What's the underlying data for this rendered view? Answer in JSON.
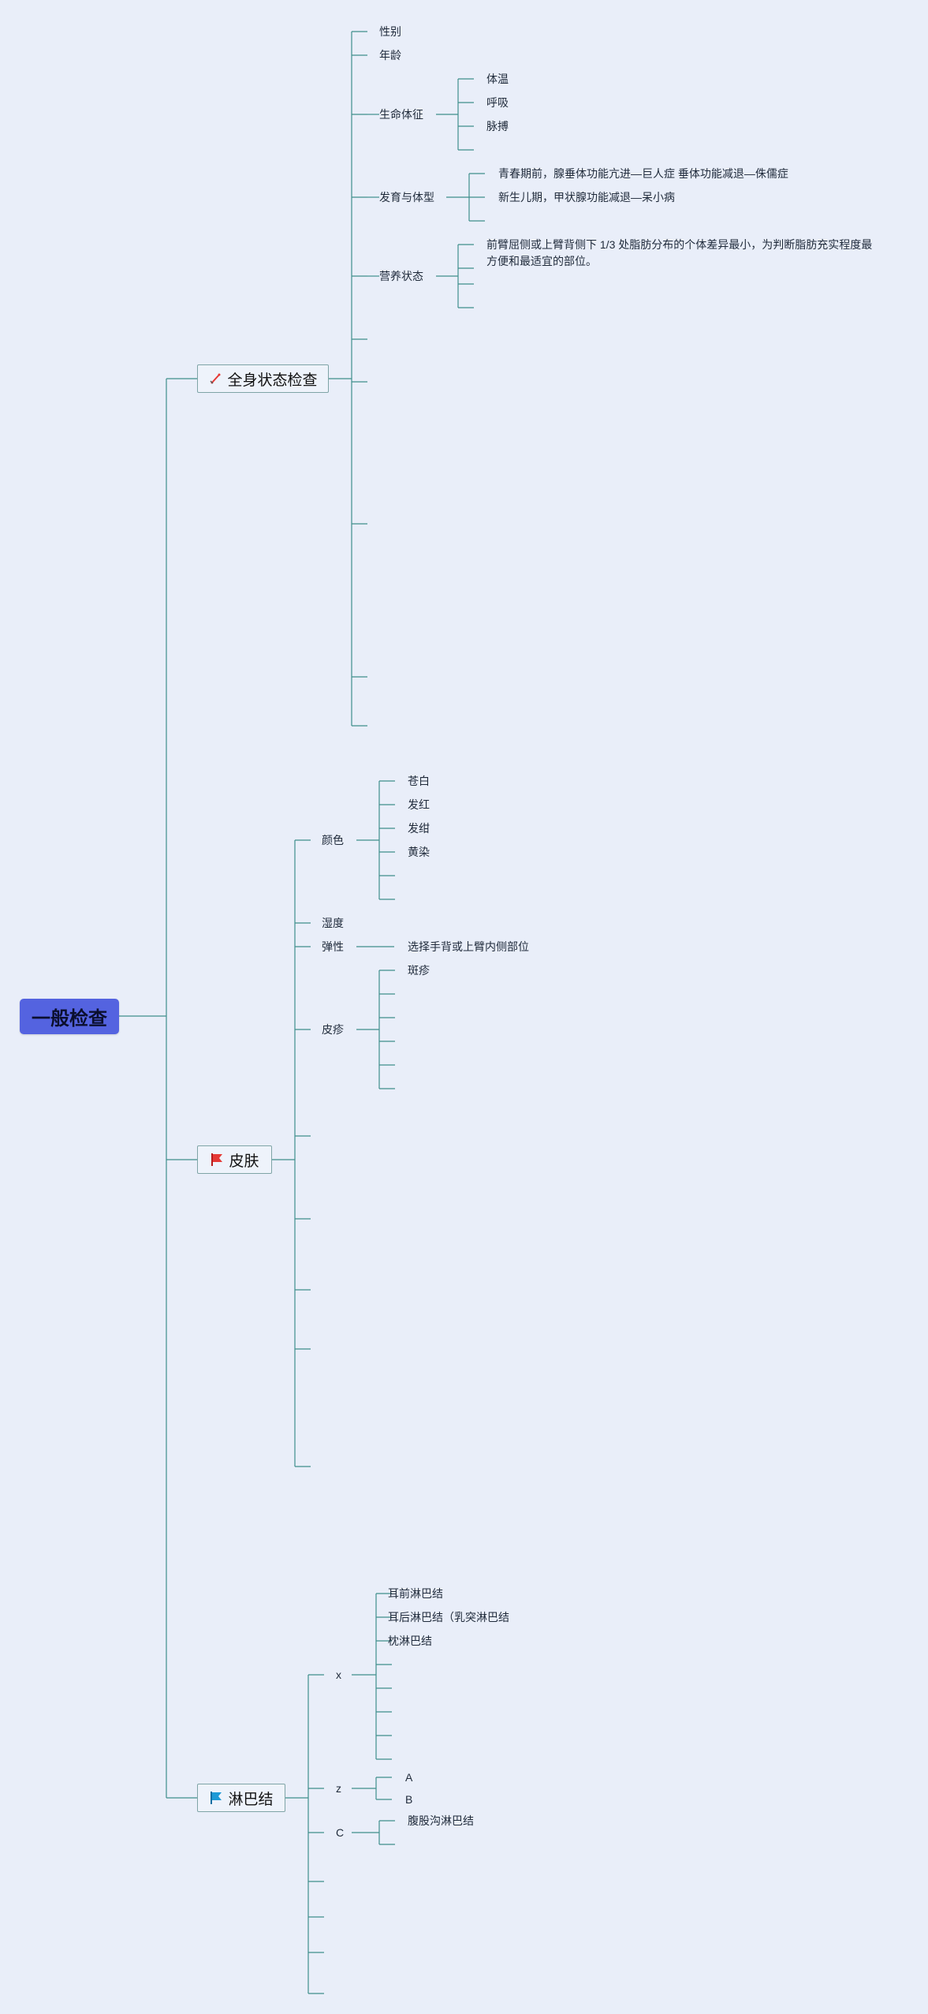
{
  "root": {
    "label": "一般检查"
  },
  "branches": {
    "general": {
      "label": "全身状态检查",
      "icon": "pen-icon",
      "items": {
        "sex": "性别",
        "age": "年龄",
        "vitals": {
          "label": "生命体征",
          "children": [
            "体温",
            "呼吸",
            "脉搏"
          ]
        },
        "development": {
          "label": "发育与体型",
          "children": [
            "青春期前，腺垂体功能亢进—巨人症 垂体功能减退—侏儒症",
            "新生儿期，甲状腺功能减退—呆小病"
          ]
        },
        "nutrition": {
          "label": "营养状态",
          "note": "前臂屈侧或上臂背侧下 1/3 处脂肪分布的个体差异最小，为判断脂肪充实程度最方便和最适宜的部位。"
        }
      }
    },
    "skin": {
      "label": "皮肤",
      "icon": "red-flag-icon",
      "flag_color": "#e53935",
      "items": {
        "color": {
          "label": "颜色",
          "children": [
            "苍白",
            "发红",
            "发绀",
            "黄染"
          ]
        },
        "moisture": "湿度",
        "elasticity": {
          "label": "弹性",
          "child": "选择手背或上臂内侧部位"
        },
        "rash": {
          "label": "皮疹",
          "children": [
            "斑疹"
          ]
        }
      }
    },
    "lymph": {
      "label": "淋巴结",
      "icon": "blue-flag-icon",
      "flag_color": "#1e9ad6",
      "items": {
        "x": {
          "label": "x",
          "children": [
            "耳前淋巴结",
            "耳后淋巴结（乳突淋巴结",
            "枕淋巴结"
          ]
        },
        "z": {
          "label": "z",
          "children": [
            "A",
            "B"
          ]
        },
        "c": {
          "label": "C",
          "children": [
            "腹股沟淋巴结"
          ]
        }
      }
    }
  },
  "colors": {
    "background": "#e9eef9",
    "connector": "#3f8f8c",
    "root": "#5463e0"
  }
}
